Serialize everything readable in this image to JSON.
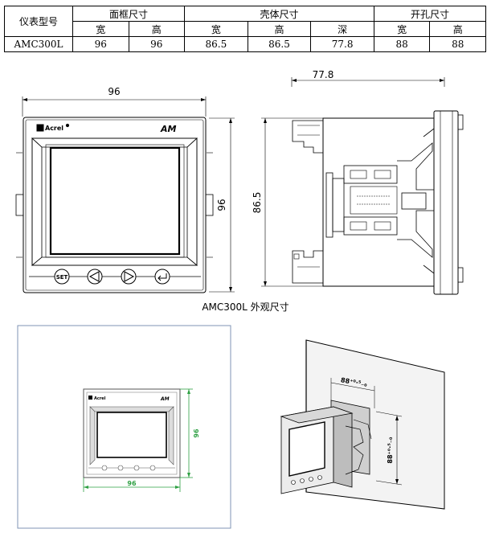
{
  "table": {
    "model_header": "仪表型号",
    "groups": [
      "面框尺寸",
      "壳体尺寸",
      "开孔尺寸"
    ],
    "subheaders": [
      "宽",
      "高",
      "宽",
      "高",
      "深",
      "宽",
      "高"
    ],
    "model": "AMC300L",
    "values": [
      "96",
      "96",
      "86.5",
      "86.5",
      "77.8",
      "88",
      "88"
    ]
  },
  "front_view": {
    "width_dim": "96",
    "height_dim": "96",
    "brand": "Acrel",
    "product_logo": "AM",
    "buttons": [
      "SET",
      "left-arrow",
      "right-arrow",
      "enter"
    ]
  },
  "side_view": {
    "depth_dim": "77.8",
    "height_dim": "86.5"
  },
  "caption": "AMC300L 外观尺寸",
  "mount_front": {
    "width_dim": "96",
    "height_dim": "96",
    "brand": "Acrel",
    "product_logo": "AM"
  },
  "panel_3d": {
    "cutout_w": "88⁺⁰·⁵₋₀",
    "cutout_h": "88⁺⁰·⁵₋₀"
  },
  "colors": {
    "green_dim": "#2ea043",
    "frame_blue": "#7f93b4",
    "line": "#000000"
  }
}
